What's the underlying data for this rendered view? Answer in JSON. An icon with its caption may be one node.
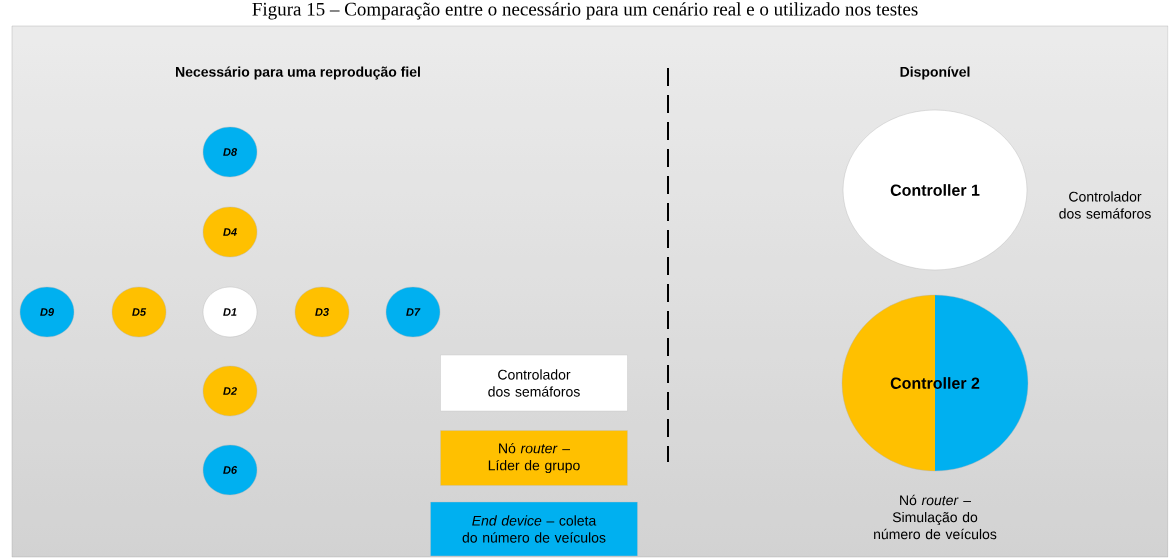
{
  "diagram": {
    "title": "Figura 15 – Comparação entre o necessário para um cenário real e o utilizado nos testes",
    "nodes": [
      {
        "text": [
          "D8"
        ]
      },
      {
        "text": [
          "D4"
        ]
      },
      {
        "text": [
          "D9"
        ]
      },
      {
        "text": [
          "D5"
        ]
      },
      {
        "text": [
          "D1"
        ]
      },
      {
        "text": [
          "D3"
        ]
      },
      {
        "text": [
          "D7"
        ]
      },
      {
        "text": [
          "D2"
        ]
      },
      {
        "text": [
          "D6"
        ]
      },
      {
        "text": [
          "Controller 1"
        ],
        "beside": [
          "Controlador dos semáforos"
        ]
      },
      {
        "text": [
          "Controller 2"
        ],
        "beside": [
          "Nó *router* – Simulação do número de veículos"
        ]
      }
    ],
    "edges": [],
    "labels": [
      "Necessário para uma reprodução fiel",
      "Disponível"
    ],
    "legend": [
      {
        "text": "Controlador dos semáforos",
        "color": "#ffffff"
      },
      {
        "text": "Nó *router* – Líder de grupo",
        "color": "#ffc000"
      },
      {
        "text": "*End device* – coleta do número de veículos",
        "color": "#00b0f0"
      }
    ]
  }
}
